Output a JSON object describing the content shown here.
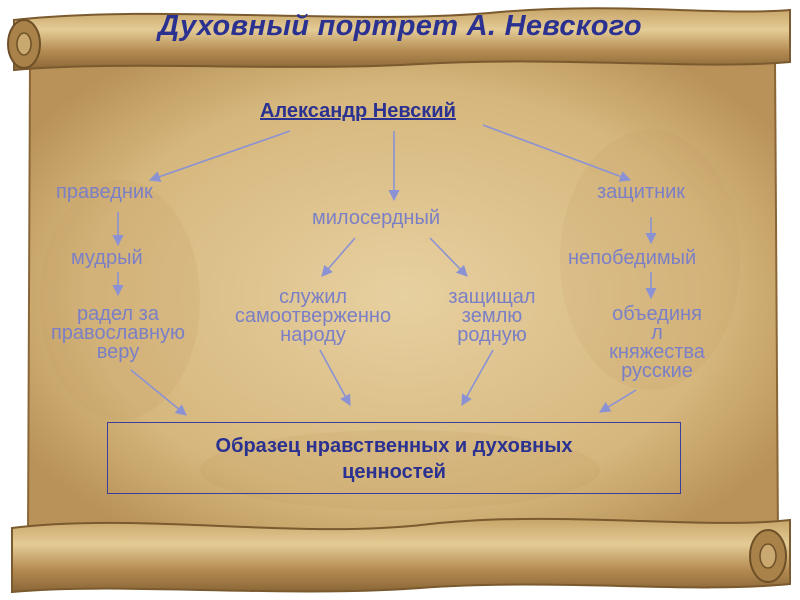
{
  "title": "Духовный портрет А. Невского",
  "root": "Александр Невский",
  "nodes": {
    "pravednik": "праведник",
    "mudry": "мудрый",
    "radel": "радел за\nправославную\nверу",
    "miloserdny": "милосердный",
    "sluzhil": "служил\nсамоотверженно\nнароду",
    "zashchishchal": "защищал\nземлю\nродную",
    "zashchitnik": "защитник",
    "nepobedimy": "непобедимый",
    "obedinyal": "объединя\nл\nкняжества\nрусские"
  },
  "result": "Образец нравственных и духовных\nценностей",
  "colors": {
    "title": "#2a3190",
    "node": "#7a7fc6",
    "arrow": "#8a92d4",
    "parchment": "#d8bb83"
  }
}
